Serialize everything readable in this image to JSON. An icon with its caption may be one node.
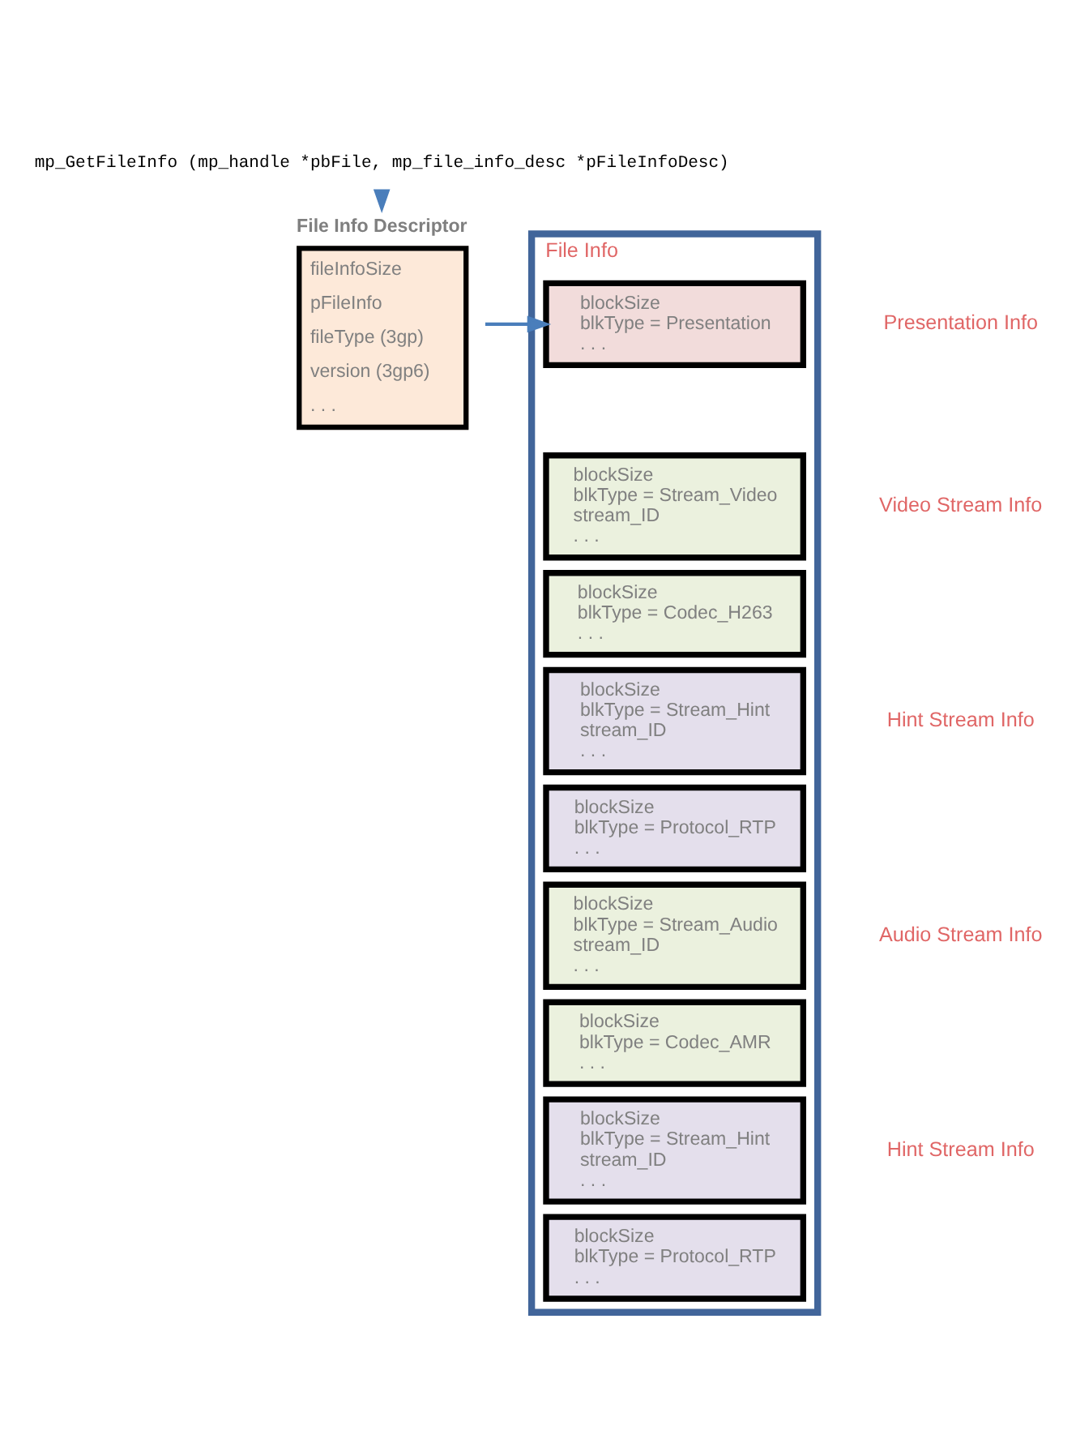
{
  "diagram": {
    "nodes": [
      {
        "text": [
          "mp_GetFileInfo (mp_handle *pbFile, mp_file_info_desc *pFileInfoDesc)"
        ]
      },
      {
        "text": [
          "File Info"
        ]
      },
      {
        "text": [
          "blockSize",
          "blkType = Presentation",
          ". . ."
        ],
        "in": 1
      },
      {
        "text": [
          "blockSize",
          "blkType = Stream_Video",
          "stream_ID",
          ". . ."
        ],
        "in": 1
      },
      {
        "text": [
          "blockSize",
          "blkType = Codec_H263",
          ". . ."
        ],
        "in": 1
      },
      {
        "text": [
          "blockSize",
          "blkType = Stream_Hint",
          "stream_ID",
          ". . ."
        ],
        "in": 1
      },
      {
        "text": [
          "blockSize",
          "blkType = Protocol_RTP",
          ". . ."
        ],
        "in": 1
      },
      {
        "text": [
          "blockSize",
          "blkType = Stream_Audio",
          "stream_ID",
          ". . ."
        ],
        "in": 1
      },
      {
        "text": [
          "blockSize",
          "blkType = Codec_AMR",
          ". . ."
        ],
        "in": 1
      },
      {
        "text": [
          "blockSize",
          "blkType = Stream_Hint",
          "stream_ID",
          ". . ."
        ],
        "in": 1
      },
      {
        "text": [
          "blockSize",
          "blkType = Protocol_RTP",
          ". . ."
        ],
        "in": 1
      },
      {
        "text": [
          "File Info Descriptor",
          "fileInfoSize",
          "pFileInfo",
          "fileType (3gp)",
          "version (3gp6)",
          ". . ."
        ]
      }
    ],
    "edges": [
      {
        "from": 0,
        "to": 11,
        "arrow": "to"
      },
      {
        "from": 11,
        "to": 2,
        "arrow": "to"
      }
    ],
    "labels": [
      "Presentation Info",
      "Video Stream Info",
      "Hint Stream Info",
      "Audio Stream Info",
      "Hint Stream Info"
    ]
  }
}
